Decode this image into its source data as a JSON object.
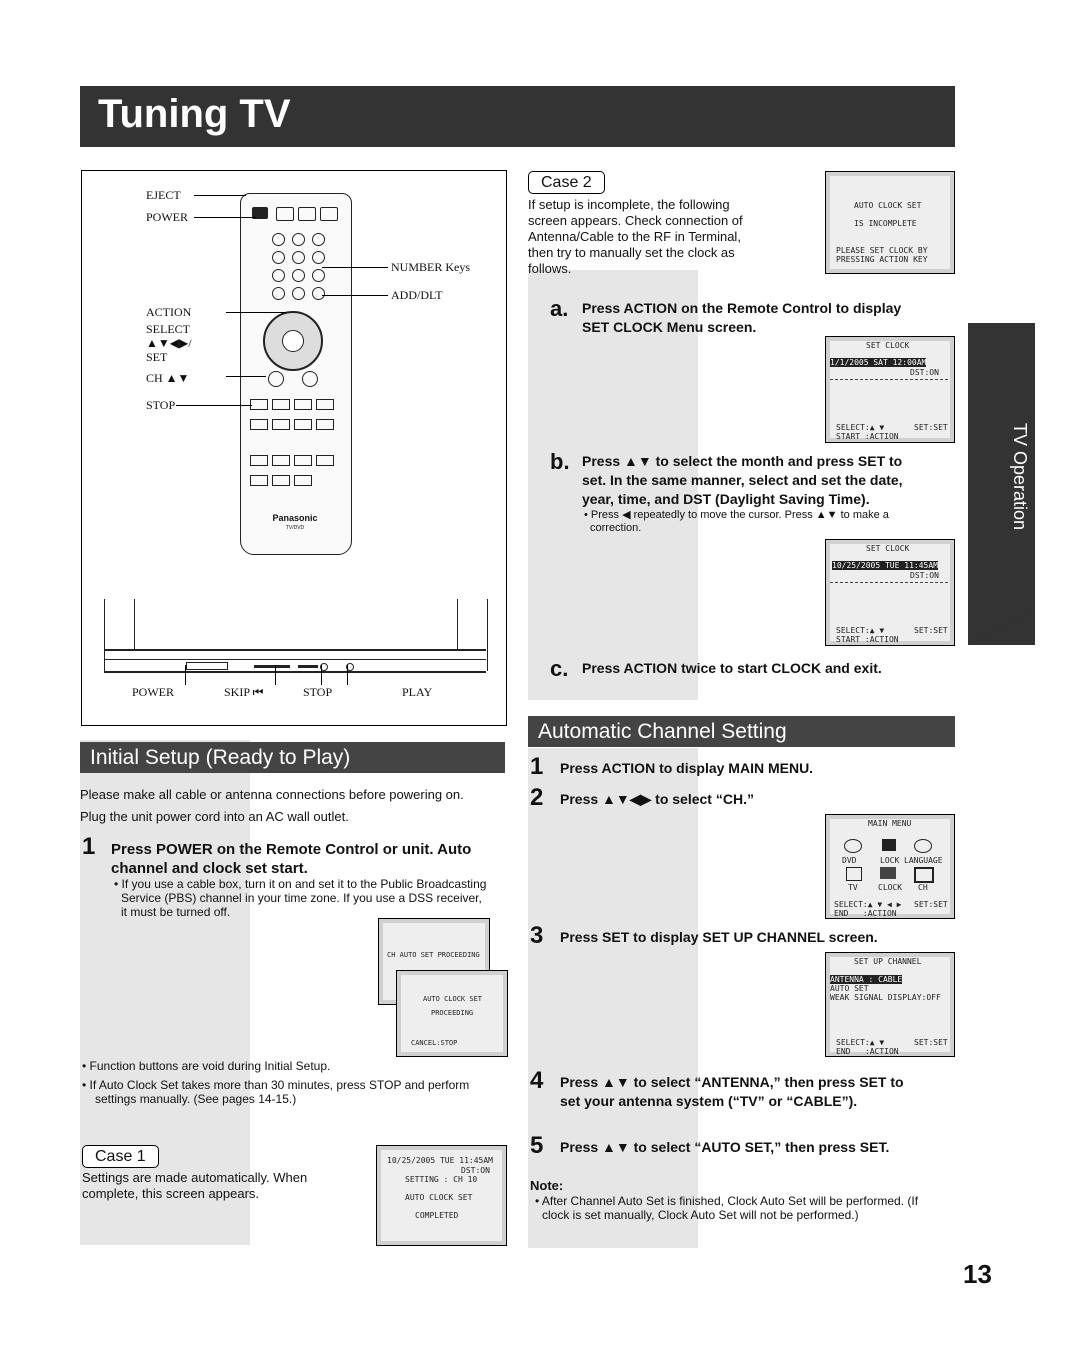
{
  "header": {
    "title": "Tuning TV"
  },
  "side_tab": {
    "label": "TV Operation"
  },
  "page_number": "13",
  "remote_figure": {
    "labels": {
      "eject": "EJECT",
      "power": "POWER",
      "number_keys": "NUMBER Keys",
      "add_dlt": "ADD/DLT",
      "action": "ACTION",
      "select": "SELECT",
      "arrows": "▲▼◀▶/",
      "set": "SET",
      "ch": "CH ▲▼",
      "stop": "STOP"
    },
    "unit_labels": {
      "power": "POWER",
      "skip": "SKIP ⏮",
      "stop": "STOP",
      "play": "PLAY"
    },
    "brand": "Panasonic",
    "sub_brand": "TV/DVD"
  },
  "initial_setup": {
    "title": "Initial Setup (Ready to Play)",
    "intro1": "Please make all cable or antenna connections before powering on.",
    "intro2": "Plug the unit power cord into an AC wall outlet.",
    "step1_num": "1",
    "step1_line1": "Press POWER on the Remote Control or unit. Auto",
    "step1_line2": "channel and clock set start.",
    "bullet1_line1": "• If you use a cable box, turn it on and set it to the Public Broadcasting",
    "bullet1_line2": "Service (PBS) channel in your time zone. If you use a DSS receiver,",
    "bullet1_line3": "it must be turned off.",
    "screen_ch_auto": "CH AUTO SET PROCEEDING",
    "screen_clock_title": "AUTO CLOCK SET",
    "screen_clock_status": "PROCEEDING",
    "screen_clock_cancel": "CANCEL:STOP",
    "note1": "Function buttons are void during Initial Setup.",
    "note2_line1": "If Auto Clock Set takes more than 30 minutes, press STOP and perform",
    "note2_line2": "settings manually. (See pages 14-15.)",
    "case1": {
      "label": "Case 1",
      "text_line1": "Settings are made automatically. When",
      "text_line2": "complete, this screen appears.",
      "screen_date": "10/25/2005 TUE 11:45AM",
      "screen_dst": "DST:ON",
      "screen_setting": "SETTING : CH 10",
      "screen_title": "AUTO CLOCK SET",
      "screen_status": "COMPLETED"
    }
  },
  "case2": {
    "label": "Case 2",
    "text_line1": "If setup is incomplete, the following",
    "text_line2": "screen appears. Check connection of",
    "text_line3": "Antenna/Cable to the RF in Terminal,",
    "text_line4": "then try to manually set the clock as",
    "text_line5": "follows.",
    "screen_line1": "AUTO CLOCK SET",
    "screen_line2": "IS INCOMPLETE",
    "screen_line3": "PLEASE SET CLOCK BY",
    "screen_line4": "PRESSING ACTION KEY",
    "step_a_letter": "a.",
    "step_a_line1": "Press ACTION on the Remote Control to display",
    "step_a_line2": "SET CLOCK Menu screen.",
    "screen_a_title": "SET CLOCK",
    "screen_a_date": "1/1/2005 SAT 12:00AM",
    "screen_a_dst": "DST:ON",
    "screen_a_select": "SELECT:▲ ▼",
    "screen_a_set": "SET:SET",
    "screen_a_start": "START :ACTION",
    "step_b_letter": "b.",
    "step_b_line1": "Press ▲▼ to select the month and press SET to",
    "step_b_line2": "set. In the same manner, select and set the date,",
    "step_b_line3": "year, time, and DST (Daylight Saving Time).",
    "step_b_note_line1": "• Press ◀ repeatedly to move the cursor. Press ▲▼ to make a",
    "step_b_note_line2": "correction.",
    "screen_b_title": "SET CLOCK",
    "screen_b_date": "10/25/2005 TUE 11:45AM",
    "screen_b_dst": "DST:ON",
    "screen_b_select": "SELECT:▲ ▼",
    "screen_b_set": "SET:SET",
    "screen_b_start": "START :ACTION",
    "step_c_letter": "c.",
    "step_c_text": "Press ACTION twice to start CLOCK and exit."
  },
  "auto_channel": {
    "title": "Automatic Channel Setting",
    "step1_num": "1",
    "step1_text": "Press ACTION to display MAIN MENU.",
    "step2_num": "2",
    "step2_text": "Press ▲▼◀▶ to select “CH.”",
    "main_menu_title": "MAIN MENU",
    "menu_dvd": "DVD",
    "menu_lock": "LOCK",
    "menu_language": "LANGUAGE",
    "menu_tv": "TV",
    "menu_clock": "CLOCK",
    "menu_ch": "CH",
    "menu_select": "SELECT:▲ ▼ ◀ ▶",
    "menu_set": "SET:SET",
    "menu_end": "END   :ACTION",
    "step3_num": "3",
    "step3_text": "Press SET to display SET UP CHANNEL screen.",
    "setup_title": "SET UP CHANNEL",
    "setup_antenna": "ANTENNA : CABLE",
    "setup_auto": "AUTO SET",
    "setup_weak": "WEAK SIGNAL DISPLAY:OFF",
    "setup_select": "SELECT:▲ ▼",
    "setup_set": "SET:SET",
    "setup_end": "END   :ACTION",
    "step4_num": "4",
    "step4_line1": "Press ▲▼ to select “ANTENNA,” then press SET to",
    "step4_line2": "set your antenna system (“TV” or “CABLE”).",
    "step5_num": "5",
    "step5_text": "Press ▲▼ to select “AUTO SET,” then press SET.",
    "note_title": "Note:",
    "note_line1": "• After Channel Auto Set is finished, Clock Auto Set will be performed. (If",
    "note_line2": "clock is set manually, Clock Auto Set will not be performed.)"
  }
}
